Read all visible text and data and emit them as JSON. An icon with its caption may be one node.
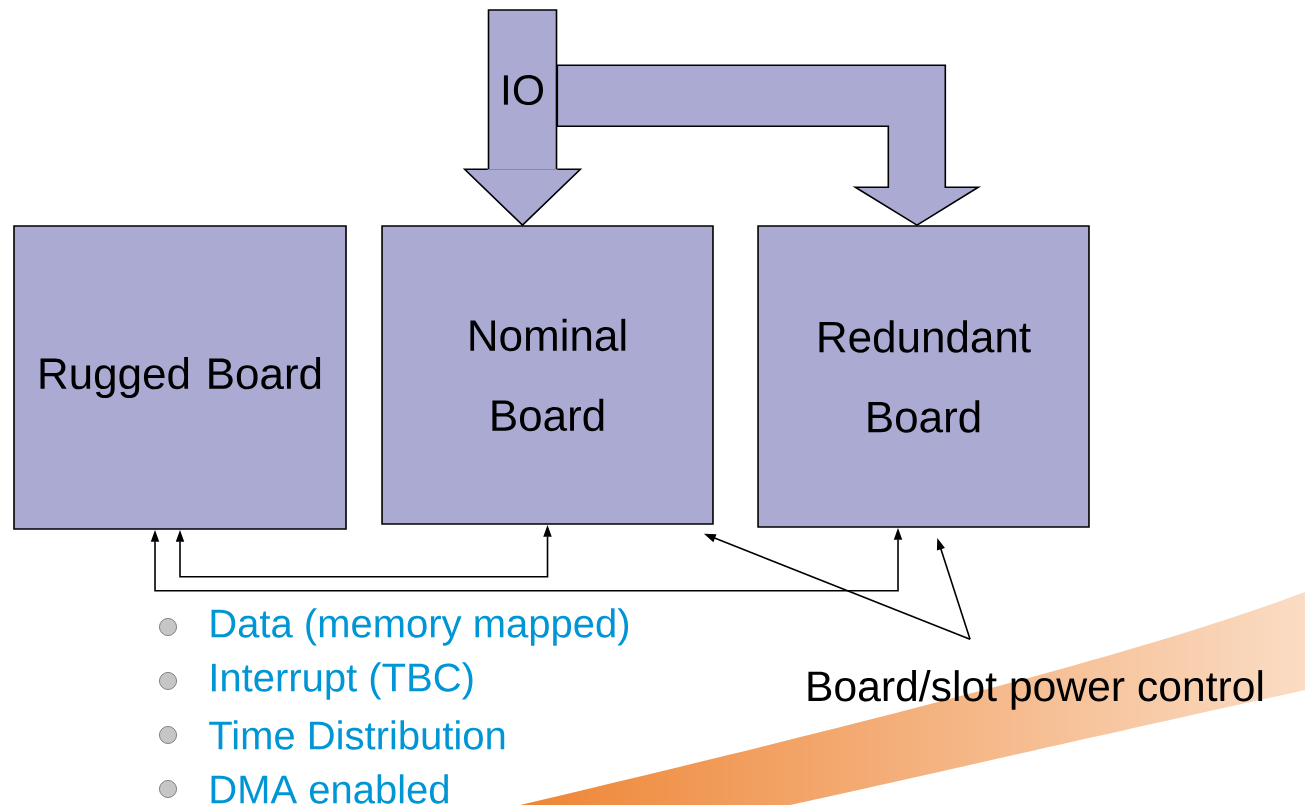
{
  "diagram": {
    "nodes": [
      {
        "text": [
          "IO"
        ]
      },
      {
        "text": [
          "Rugged Board"
        ]
      },
      {
        "text": [
          "Nominal Board"
        ]
      },
      {
        "text": [
          "Redundant Board"
        ]
      },
      {
        "text": [
          "Board/slot power control"
        ]
      }
    ],
    "edges": [
      {
        "from": 0,
        "to": 2,
        "arrow": "to",
        "style": "thick"
      },
      {
        "from": 0,
        "to": 3,
        "arrow": "to",
        "style": "thick"
      },
      {
        "from": 1,
        "to": 2,
        "arrow": "both"
      },
      {
        "from": 1,
        "to": 3,
        "arrow": "both"
      },
      {
        "from": 4,
        "to": 2,
        "arrow": "to"
      },
      {
        "from": 4,
        "to": 3,
        "arrow": "to"
      }
    ],
    "labels": [
      "Data (memory mapped)",
      "Interrupt (TBC)",
      "Time Distribution",
      "DMA enabled"
    ]
  }
}
